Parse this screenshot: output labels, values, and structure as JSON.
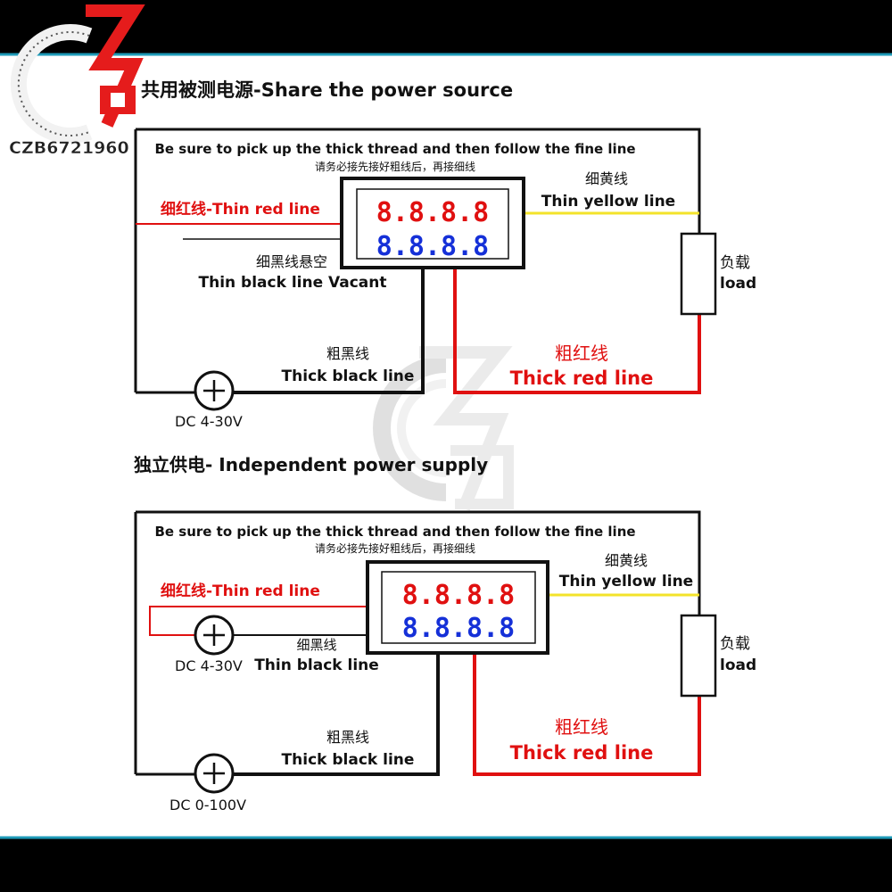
{
  "logo": {
    "text": "CZB6721960"
  },
  "section1": {
    "title": "共用被测电源-Share the power source",
    "note_en": "Be sure to pick up the thick thread and then follow the fine line",
    "note_cn": "请务必接先接好粗线后，再接细线",
    "thin_red": "细红线-Thin red line",
    "thin_black_cn": "细黑线悬空",
    "thin_black_en": "Thin black line Vacant",
    "thick_black_cn": "粗黑线",
    "thick_black_en": "Thick black line",
    "thin_yellow_cn": "细黄线",
    "thin_yellow_en": "Thin yellow line",
    "thick_red_cn": "粗红线",
    "thick_red_en": "Thick red line",
    "load_cn": "负载",
    "load_en": "load",
    "dc": "DC 4-30V",
    "display_top": "8.8.8.8",
    "display_bottom": "8.8.8.8"
  },
  "section2": {
    "title": "独立供电- Independent power supply",
    "note_en": "Be sure to pick up the thick thread and then follow the fine line",
    "note_cn": "请务必接先接好粗线后，再接细线",
    "thin_red": "细红线-Thin red line",
    "thin_black_cn": "细黑线",
    "thin_black_en": "Thin black line",
    "thick_black_cn": "粗黑线",
    "thick_black_en": "Thick black line",
    "thin_yellow_cn": "细黄线",
    "thin_yellow_en": "Thin yellow line",
    "thick_red_cn": "粗红线",
    "thick_red_en": "Thick red line",
    "load_cn": "负载",
    "load_en": "load",
    "dc1": "DC 4-30V",
    "dc2": "DC 0-100V",
    "display_top": "8.8.8.8",
    "display_bottom": "8.8.8.8"
  },
  "colors": {
    "frame": "#000000",
    "accent_stripe": "#1e9ab8",
    "red": "#e01010",
    "blue": "#1530d8",
    "yellow": "#f3e32a",
    "watermark": "#d8d8d8"
  },
  "icons": [
    "czb-logo-icon",
    "watermark-logo-icon",
    "battery-icon",
    "resistor-load-icon"
  ]
}
